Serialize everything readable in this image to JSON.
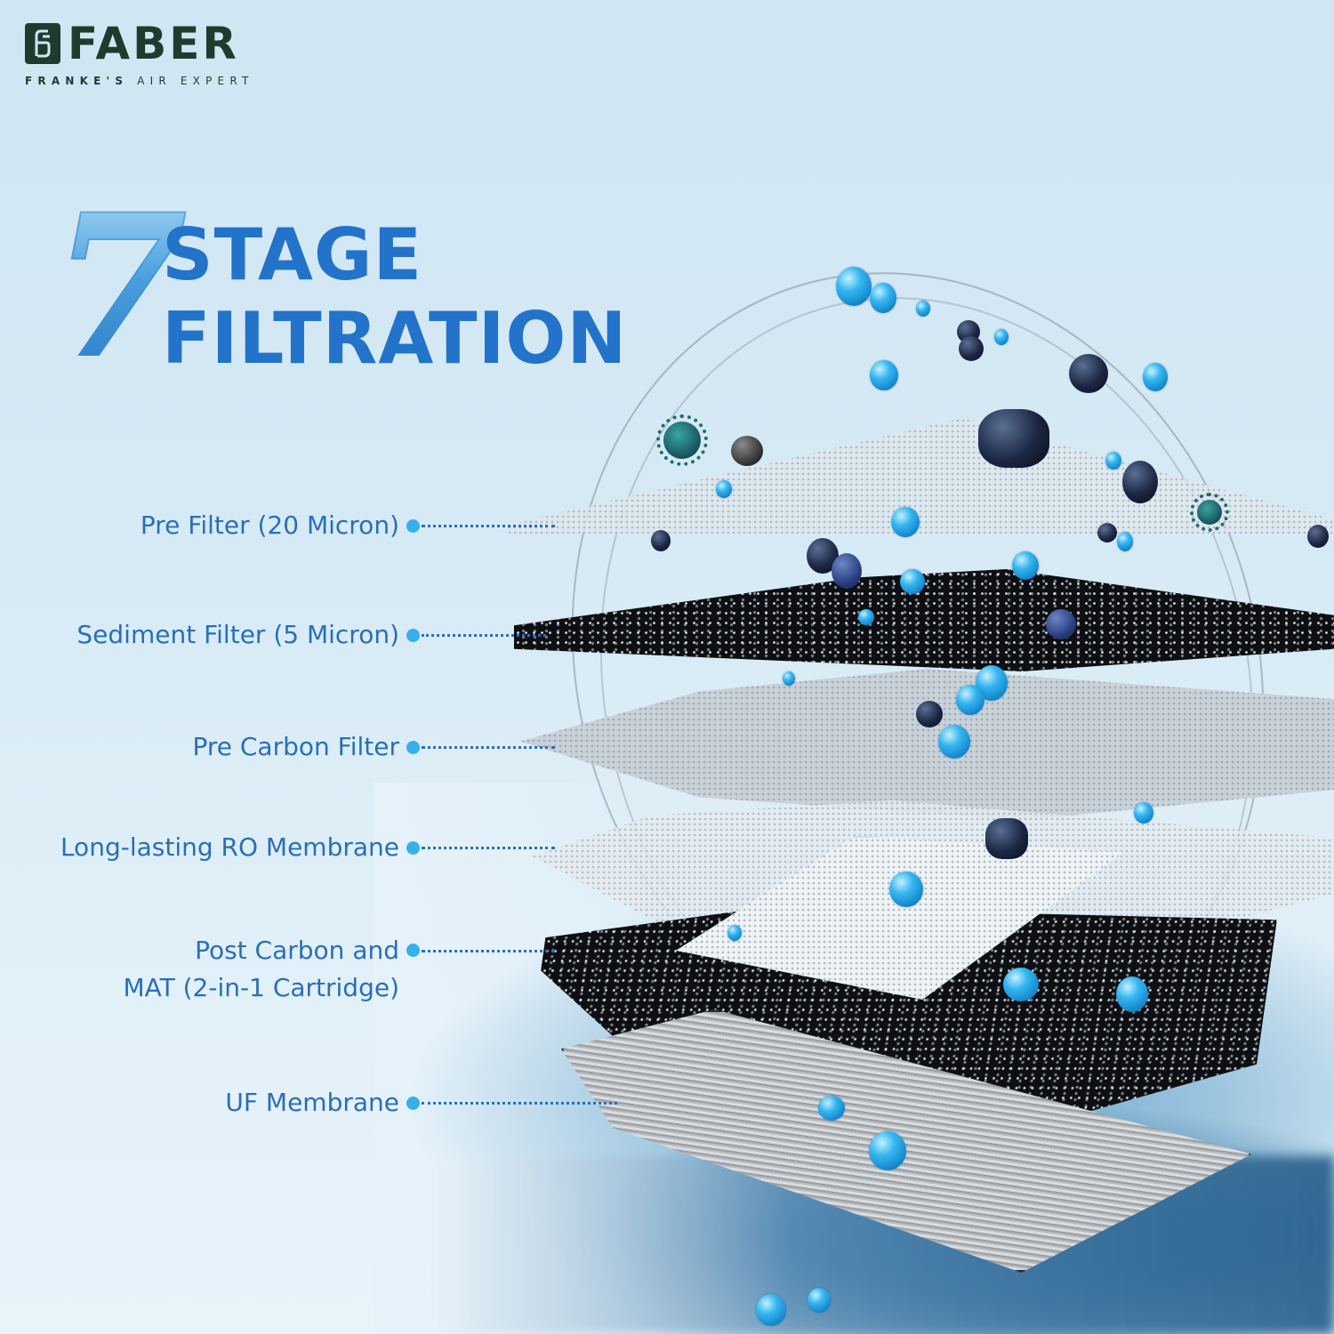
{
  "brand": {
    "name": "FABER",
    "tagline_bold": "FRANKE'S",
    "tagline_rest": "AIR EXPERT",
    "logo_icon": "faber-f-mark-icon",
    "color": "#1f3b2e"
  },
  "headline": {
    "number": "7",
    "line1": "STAGE",
    "line2": "FILTRATION",
    "color": "#2273c9"
  },
  "stages": [
    {
      "label": "Pre Filter (20 Micron)"
    },
    {
      "label": "Sediment Filter (5 Micron)"
    },
    {
      "label": "Pre Carbon Filter"
    },
    {
      "label": "Long-lasting RO Membrane"
    },
    {
      "label_line1": "Post Carbon and",
      "label_line2": "MAT (2-in-1 Cartridge)"
    },
    {
      "label": "UF Membrane"
    }
  ],
  "colors": {
    "label_text": "#2a6fb5",
    "marker_dot": "#34b1ea",
    "background": "#d6eaf5"
  }
}
